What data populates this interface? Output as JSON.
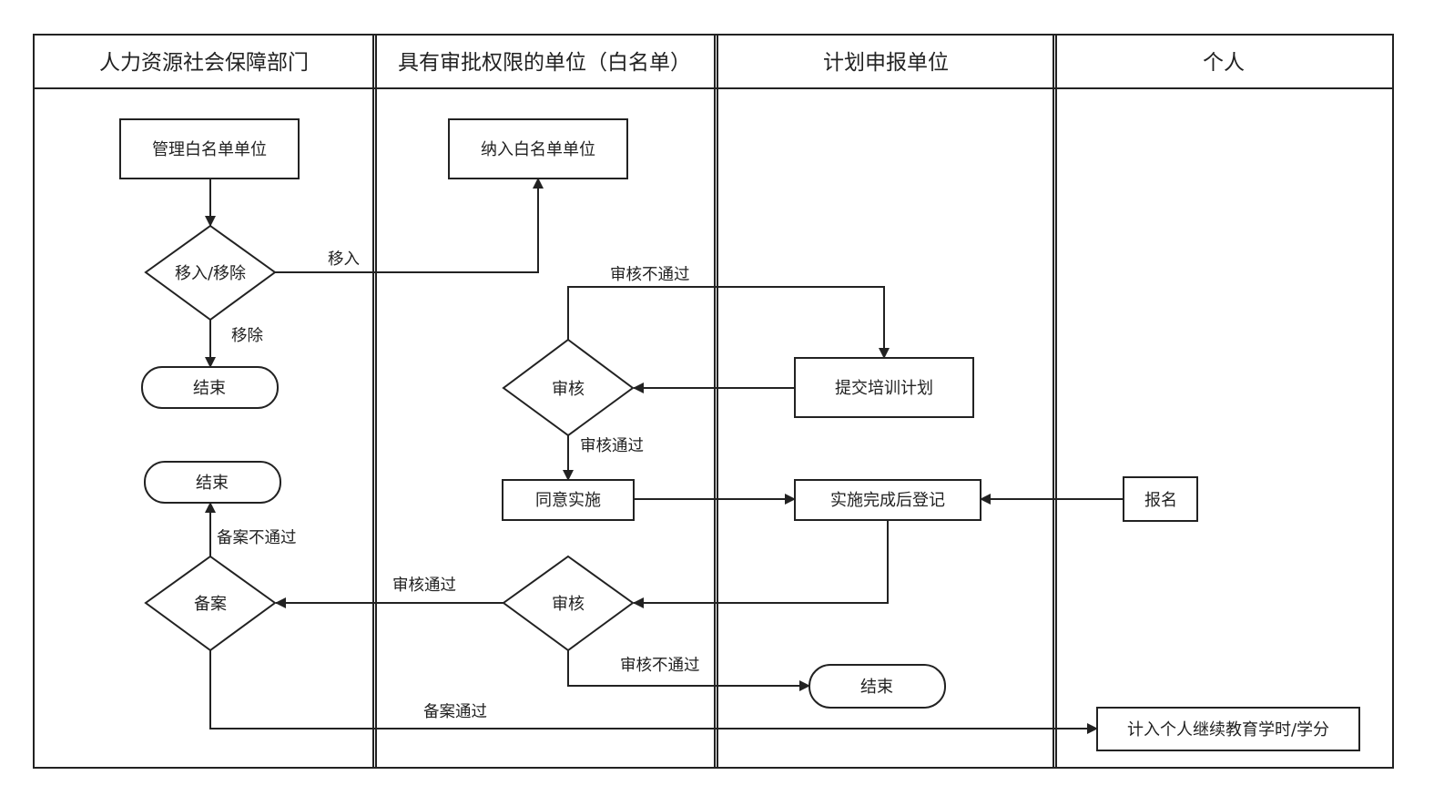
{
  "lanes": [
    {
      "id": "hr",
      "title": "人力资源社会保障部门"
    },
    {
      "id": "approver",
      "title": "具有审批权限的单位（白名单）"
    },
    {
      "id": "planner",
      "title": "计划申报单位"
    },
    {
      "id": "person",
      "title": "个人"
    }
  ],
  "nodes": {
    "manage_whitelist": {
      "shape": "process",
      "label": "管理白名单单位"
    },
    "move_in_out": {
      "shape": "decision",
      "label": "移入/移除"
    },
    "end_removed": {
      "shape": "terminal",
      "label": "结束"
    },
    "end_filing_failed": {
      "shape": "terminal",
      "label": "结束"
    },
    "filing": {
      "shape": "decision",
      "label": "备案"
    },
    "include_whitelist": {
      "shape": "process",
      "label": "纳入白名单单位"
    },
    "review_plan": {
      "shape": "decision",
      "label": "审核"
    },
    "approve_implement": {
      "shape": "process",
      "label": "同意实施"
    },
    "review_record": {
      "shape": "decision",
      "label": "审核"
    },
    "submit_plan": {
      "shape": "process",
      "label": "提交培训计划"
    },
    "register_after": {
      "shape": "process",
      "label": "实施完成后登记"
    },
    "end_record_failed": {
      "shape": "terminal",
      "label": "结束"
    },
    "signup": {
      "shape": "process",
      "label": "报名"
    },
    "credit_hours": {
      "shape": "process",
      "label": "计入个人继续教育学时/学分"
    }
  },
  "edges": [
    {
      "from": "manage_whitelist",
      "to": "move_in_out",
      "label": ""
    },
    {
      "from": "move_in_out",
      "to": "include_whitelist",
      "label": "移入"
    },
    {
      "from": "move_in_out",
      "to": "end_removed",
      "label": "移除"
    },
    {
      "from": "review_plan",
      "to": "submit_plan",
      "label": "审核不通过"
    },
    {
      "from": "submit_plan",
      "to": "review_plan",
      "label": ""
    },
    {
      "from": "review_plan",
      "to": "approve_implement",
      "label": "审核通过"
    },
    {
      "from": "approve_implement",
      "to": "register_after",
      "label": ""
    },
    {
      "from": "signup",
      "to": "register_after",
      "label": ""
    },
    {
      "from": "register_after",
      "to": "review_record",
      "label": ""
    },
    {
      "from": "review_record",
      "to": "filing",
      "label": "审核通过"
    },
    {
      "from": "review_record",
      "to": "end_record_failed",
      "label": "审核不通过"
    },
    {
      "from": "filing",
      "to": "end_filing_failed",
      "label": "备案不通过"
    },
    {
      "from": "filing",
      "to": "credit_hours",
      "label": "备案通过"
    }
  ]
}
